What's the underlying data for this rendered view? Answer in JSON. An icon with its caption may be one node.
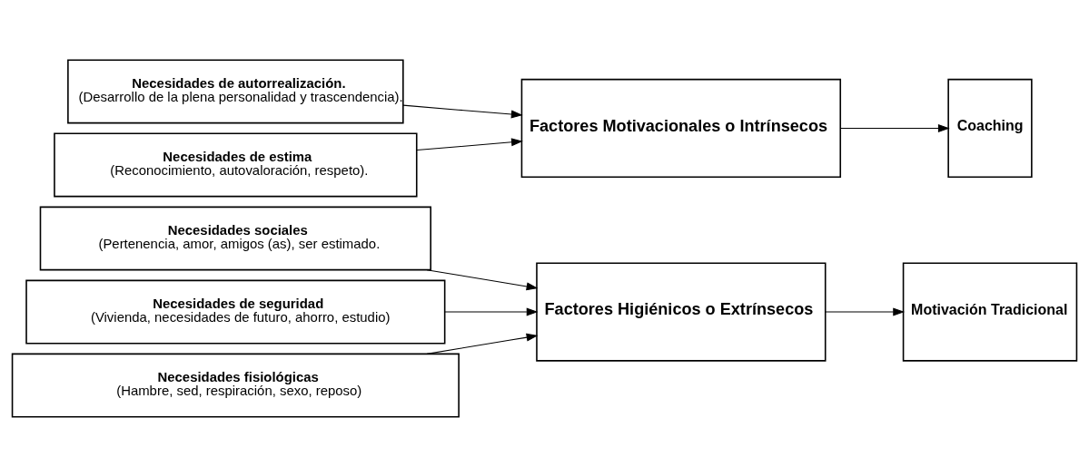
{
  "diagram": {
    "nodes": [
      {
        "text": [
          "Necesidades de autorrealización.",
          "(Desarrollo de la plena personalidad y trascendencia)."
        ]
      },
      {
        "text": [
          "Necesidades de estima",
          "(Reconocimiento, autovaloración, respeto)."
        ]
      },
      {
        "text": [
          "Necesidades sociales",
          "(Pertenencia, amor, amigos (as), ser estimado."
        ]
      },
      {
        "text": [
          "Necesidades de seguridad",
          "(Vivienda, necesidades de futuro, ahorro, estudio)"
        ]
      },
      {
        "text": [
          "Necesidades fisiológicas",
          "(Hambre, sed, respiración, sexo, reposo)"
        ]
      },
      {
        "text": [
          "Factores Motivacionales o Intrínsecos"
        ]
      },
      {
        "text": [
          "Coaching"
        ]
      },
      {
        "text": [
          "Factores Higiénicos o Extrínsecos"
        ]
      },
      {
        "text": [
          "Motivación Tradicional"
        ]
      }
    ],
    "edges": [
      {
        "from": 0,
        "to": 5,
        "arrow": "to"
      },
      {
        "from": 1,
        "to": 5,
        "arrow": "to"
      },
      {
        "from": 5,
        "to": 6,
        "arrow": "to"
      },
      {
        "from": 2,
        "to": 7,
        "arrow": "to"
      },
      {
        "from": 3,
        "to": 7,
        "arrow": "to"
      },
      {
        "from": 4,
        "to": 7,
        "arrow": "to"
      },
      {
        "from": 7,
        "to": 8,
        "arrow": "to"
      }
    ]
  }
}
